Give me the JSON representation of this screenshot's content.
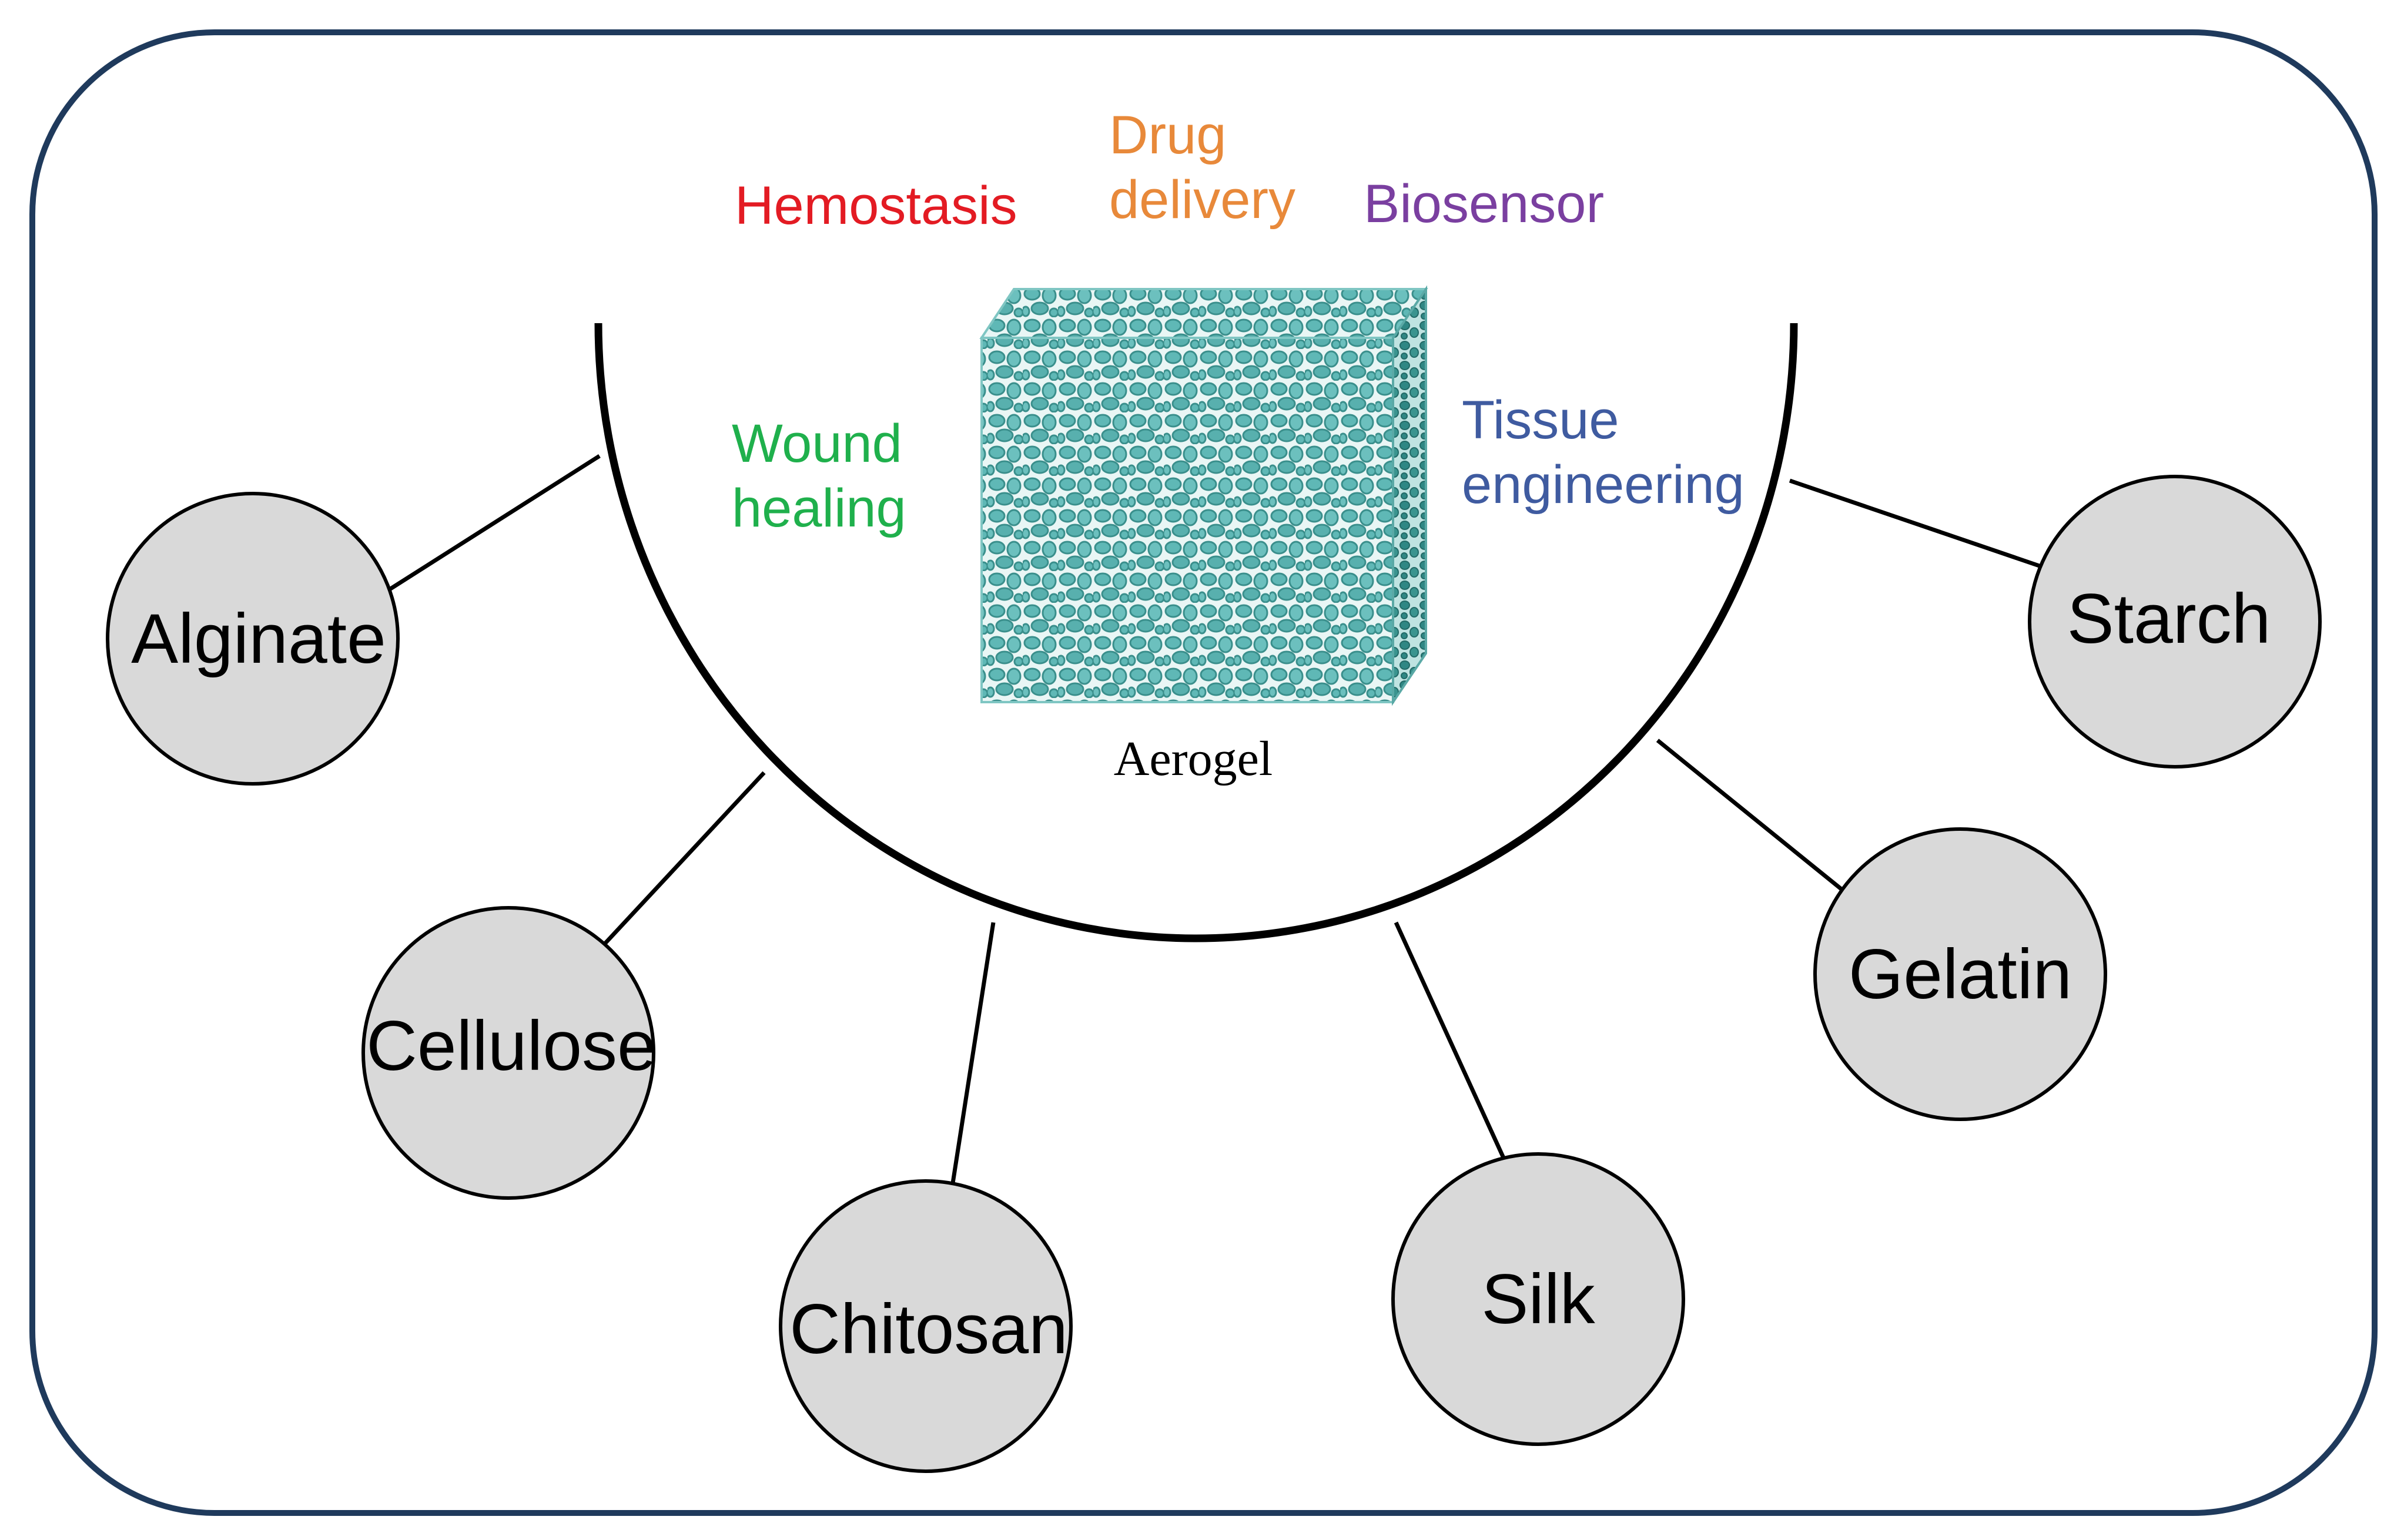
{
  "center": {
    "label": "Aerogel"
  },
  "applications": [
    {
      "id": "hemostasis",
      "label": "Hemostasis",
      "color": "#e31b23"
    },
    {
      "id": "drug-delivery",
      "label": "Drug\ndelivery",
      "color": "#e8893a"
    },
    {
      "id": "biosensor",
      "label": "Biosensor",
      "color": "#7a3fa0"
    },
    {
      "id": "wound-healing",
      "label": "Wound\nhealing",
      "color": "#1fb04c"
    },
    {
      "id": "tissue-engineering",
      "label": "Tissue\nengineering",
      "color": "#3f5ba0"
    }
  ],
  "materials": [
    {
      "id": "alginate",
      "label": "Alginate"
    },
    {
      "id": "cellulose",
      "label": "Cellulose"
    },
    {
      "id": "chitosan",
      "label": "Chitosan"
    },
    {
      "id": "silk",
      "label": "Silk"
    },
    {
      "id": "gelatin",
      "label": "Gelatin"
    },
    {
      "id": "starch",
      "label": "Starch"
    }
  ],
  "colors": {
    "frame": "#1f3a5c",
    "node_fill": "#d9d9d9",
    "node_stroke": "#000000",
    "aerogel": "#5fb8b6"
  }
}
